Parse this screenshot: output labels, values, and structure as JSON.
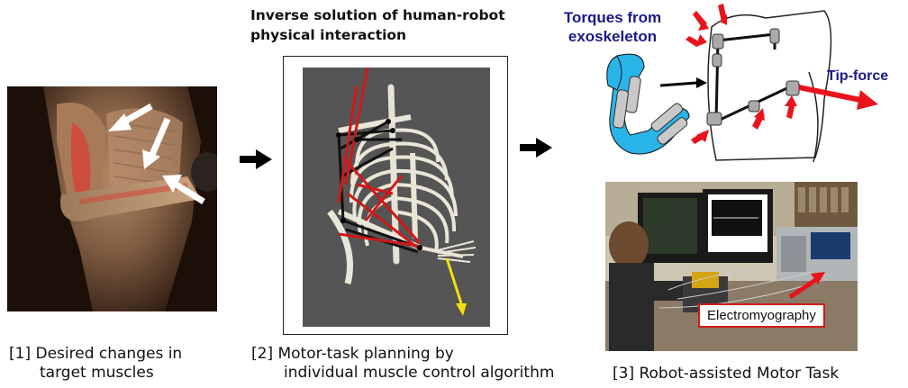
{
  "panel1": {
    "caption_line1": "[1] Desired changes in",
    "caption_line2": "target muscles"
  },
  "panel2": {
    "title_line1": "Inverse solution of human-robot",
    "title_line2": "physical interaction",
    "caption_line1": "[2] Motor-task planning by",
    "caption_line2": "individual muscle control algorithm"
  },
  "panel3": {
    "torques_line1": "Torques from",
    "torques_line2": "exoskeleton",
    "tip_force": "Tip-force",
    "emg_label": "Electromyography",
    "caption": "[3] Robot-assisted Motor Task"
  },
  "colors": {
    "force_arrow": "#e8141c",
    "exo_blue": "#29b4e8",
    "label_blue": "#1a1a8c",
    "sim_bg": "#555555"
  }
}
